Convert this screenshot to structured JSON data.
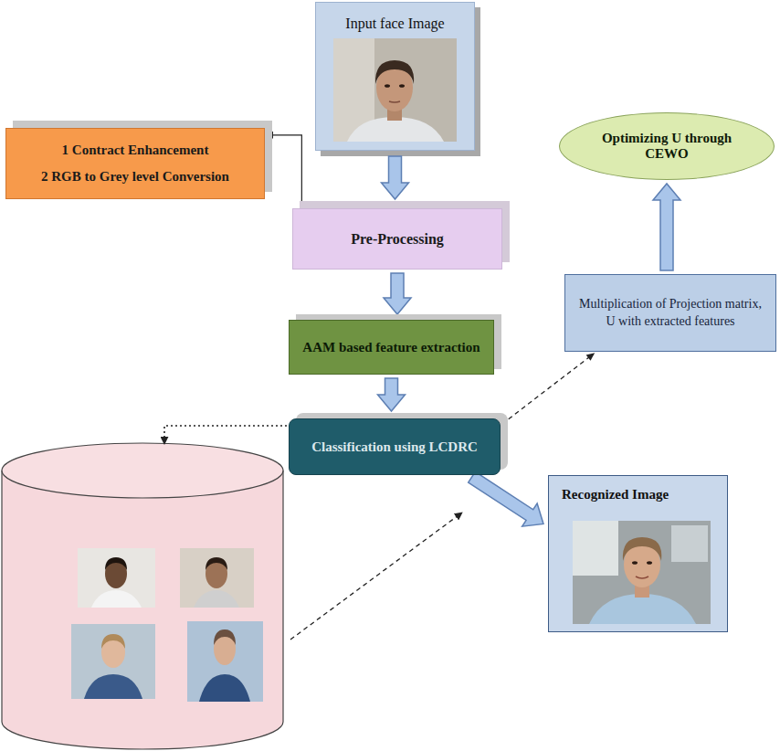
{
  "diagram": {
    "nodes": [
      {
        "text": [
          "Input face Image"
        ]
      },
      {
        "text": [
          "1 Contract Enhancement",
          "2 RGB to Grey level Conversion"
        ]
      },
      {
        "text": [
          "Optimizing U through CEWO"
        ]
      },
      {
        "text": [
          "Pre-Processing"
        ]
      },
      {
        "text": [
          "Multiplication of Projection matrix, U with extracted features"
        ]
      },
      {
        "text": [
          "AAM based feature extraction"
        ]
      },
      {
        "text": [
          "Classification using LCDRC"
        ]
      },
      {
        "text": [
          "Recognized Image"
        ]
      }
    ],
    "edges": [
      {
        "from": 0,
        "to": 3,
        "arrow": "to"
      },
      {
        "from": 3,
        "to": 1,
        "arrow": "to"
      },
      {
        "from": 3,
        "to": 5,
        "arrow": "to"
      },
      {
        "from": 5,
        "to": 6,
        "arrow": "to"
      },
      {
        "from": 6,
        "to": 4,
        "arrow": "to"
      },
      {
        "from": 4,
        "to": 2,
        "arrow": "to"
      },
      {
        "from": 6,
        "to": 7,
        "arrow": "to"
      }
    ]
  }
}
